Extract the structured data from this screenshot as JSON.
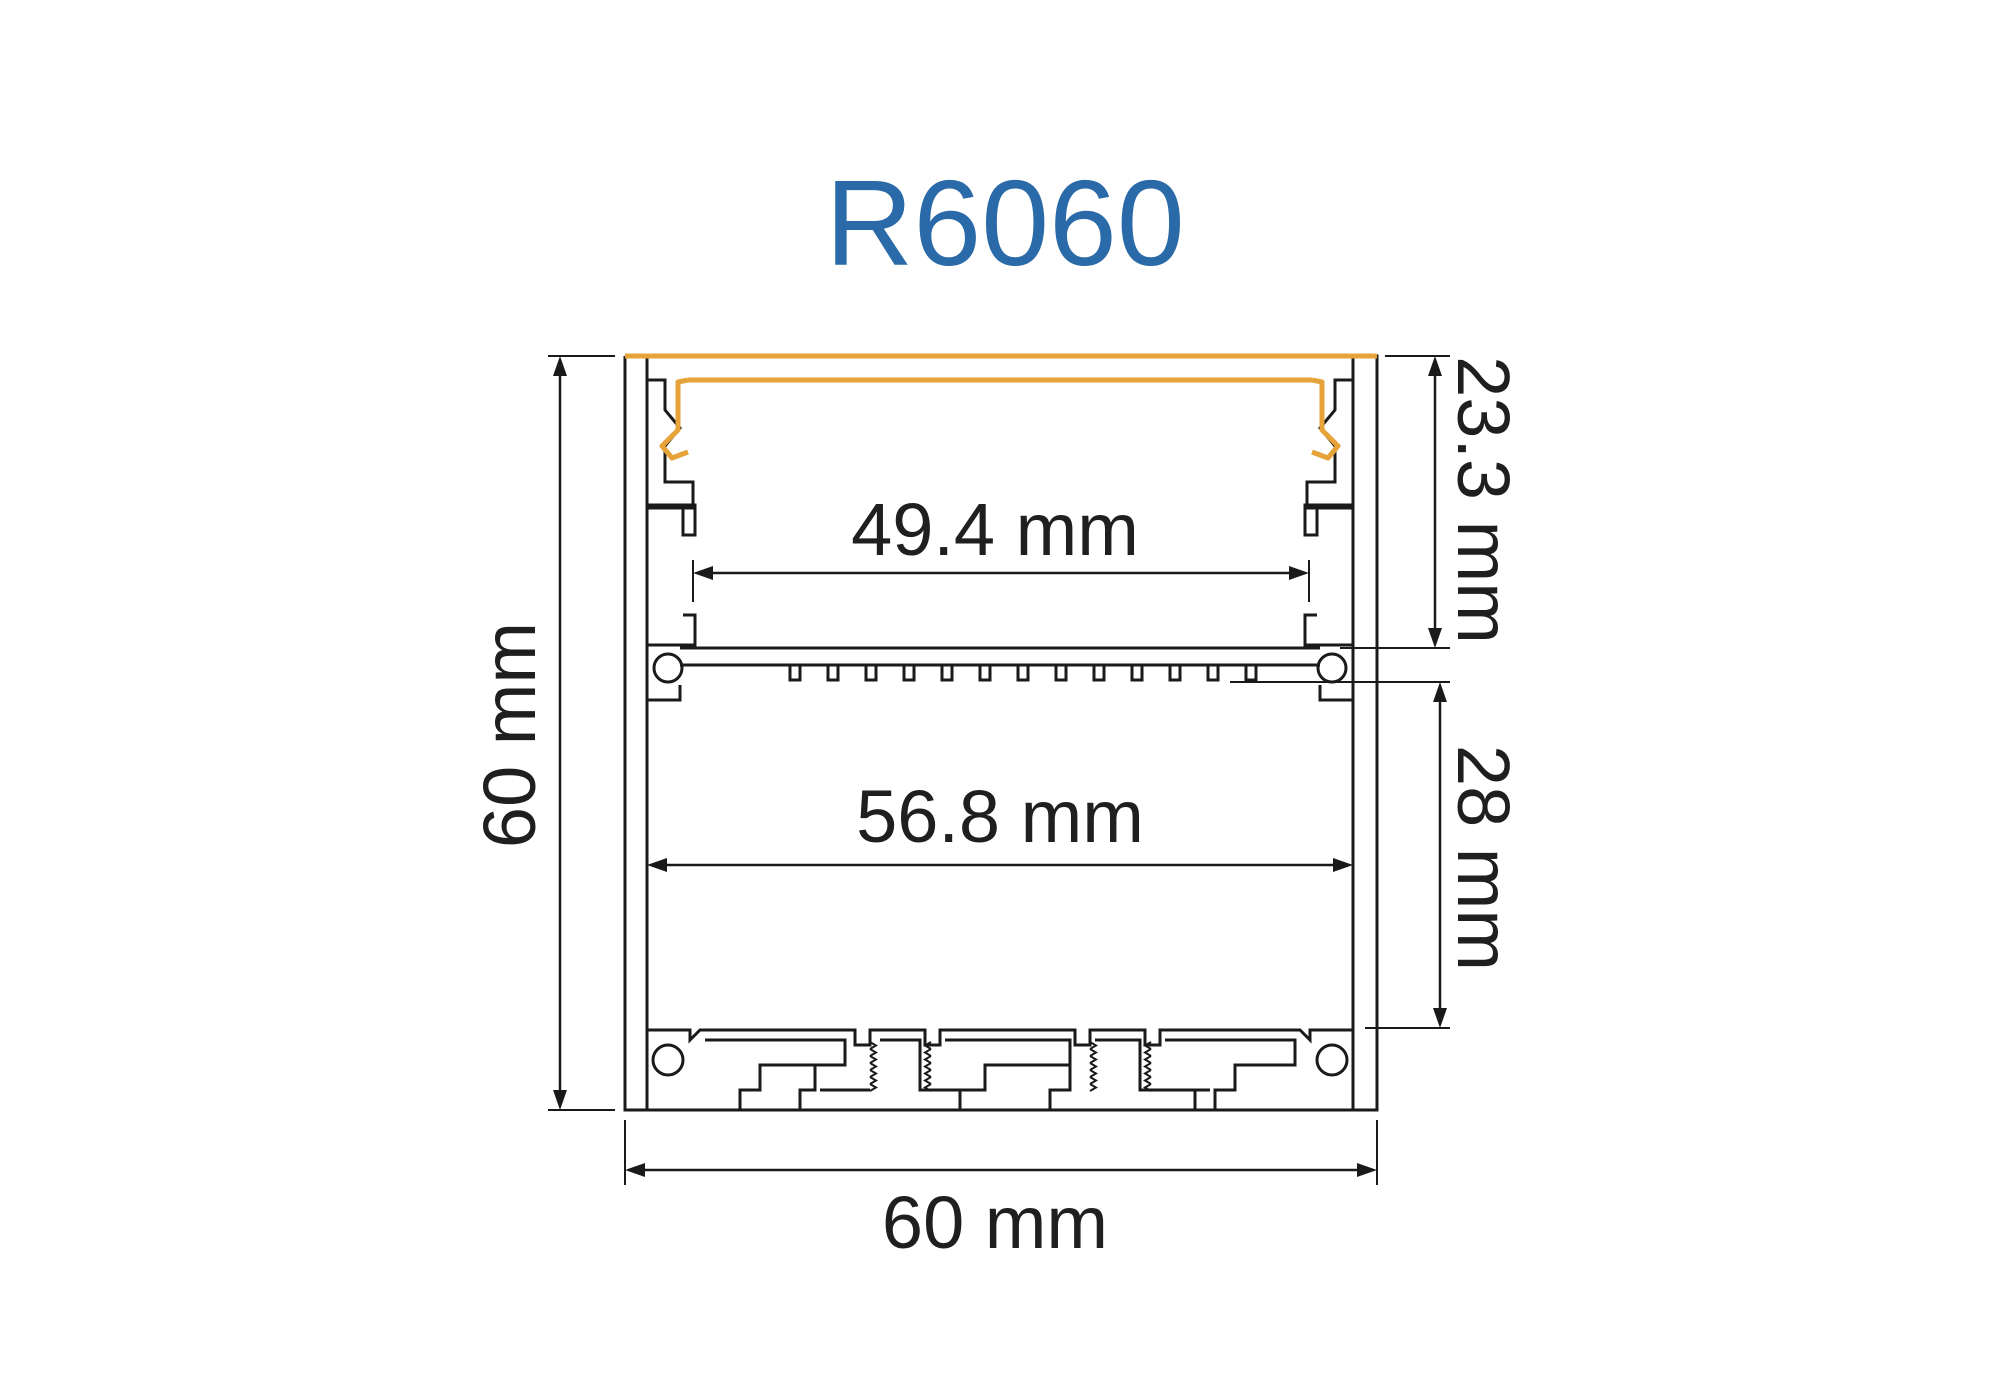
{
  "title": "R6060",
  "colors": {
    "title": "#2b6aa8",
    "diffuser": "#e6a33a",
    "outline": "#1a1a1a"
  },
  "dimensions": {
    "overall_width": "60 mm",
    "overall_height": "60 mm",
    "upper_inner_width": "49.4 mm",
    "lower_inner_width": "56.8 mm",
    "upper_chamber_height": "23.3 mm",
    "lower_chamber_height": "28 mm"
  }
}
